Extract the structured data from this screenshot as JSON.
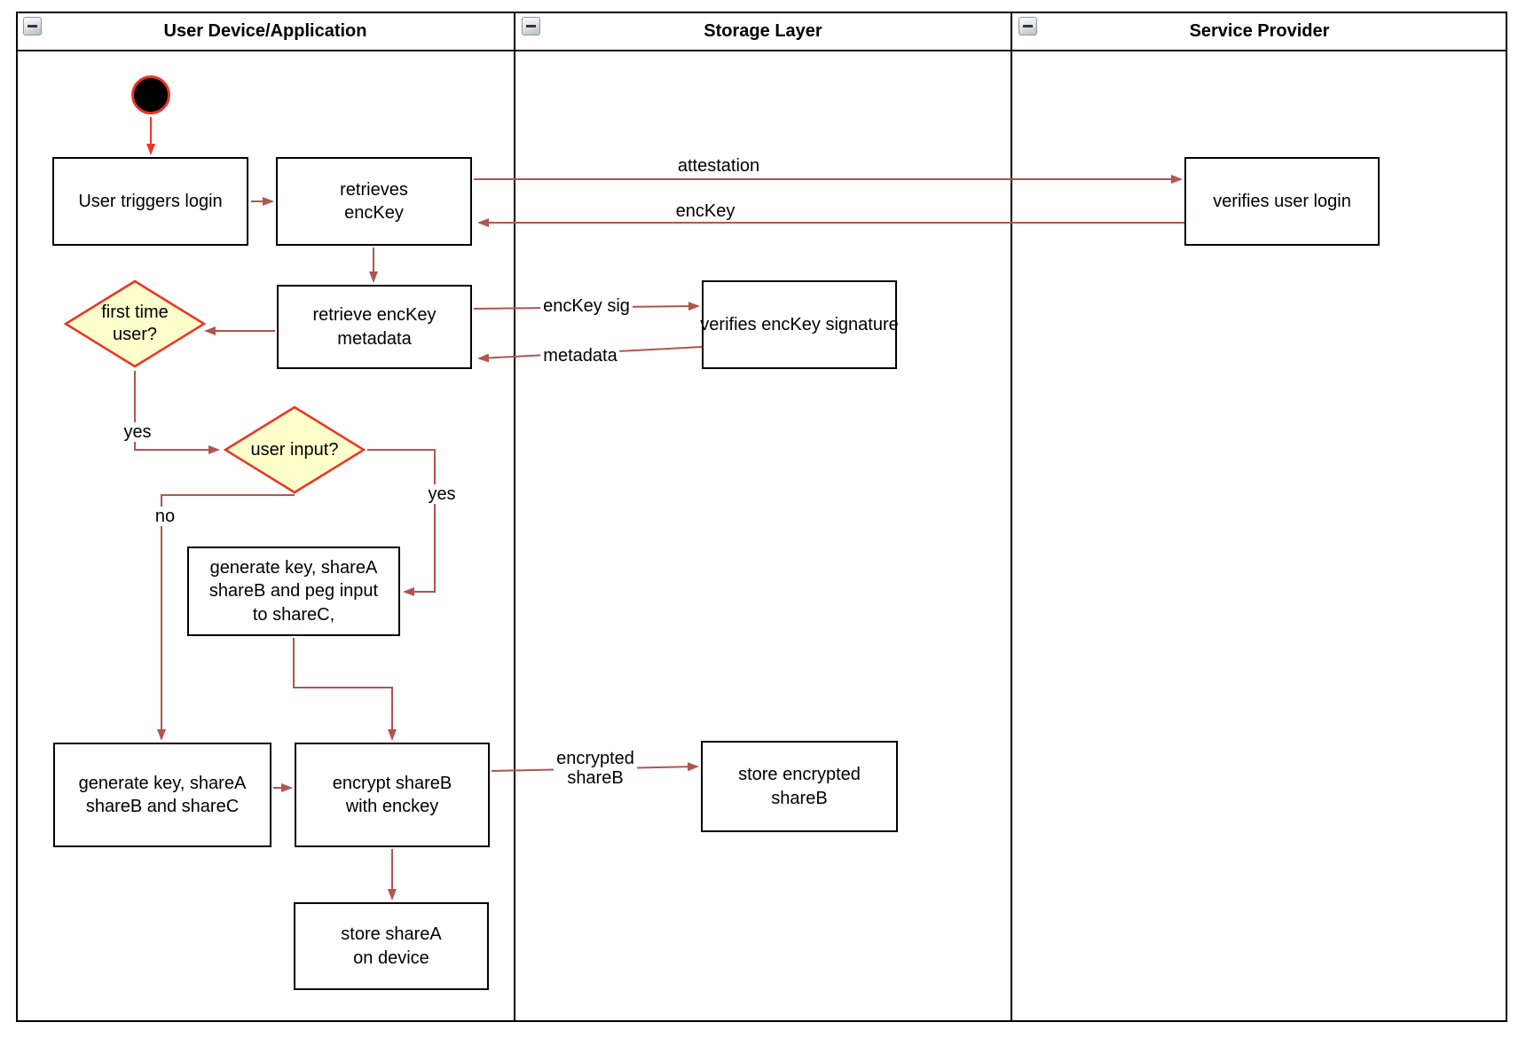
{
  "diagram": {
    "type": "swimlane-activity-flowchart",
    "lanes": [
      {
        "title": "User Device/Application"
      },
      {
        "title": "Storage Layer"
      },
      {
        "title": "Service Provider"
      }
    ],
    "nodes": {
      "start": {
        "shape": "initial-state-circle"
      },
      "user_triggers_login": {
        "label": "User triggers login"
      },
      "retrieves_enckey": {
        "label": "retrieves\nencKey"
      },
      "retrieve_enckey_metadata": {
        "label": "retrieve encKey\nmetadata"
      },
      "first_time_user": {
        "label": "first time\nuser?",
        "shape": "decision-diamond"
      },
      "user_input": {
        "label": "user input?",
        "shape": "decision-diamond"
      },
      "generate_key_peg_input": {
        "label": "generate key, shareA\nshareB and peg input\nto shareC,"
      },
      "generate_key_sharec": {
        "label": "generate key, shareA\nshareB and shareC"
      },
      "encrypt_shareb": {
        "label": "encrypt shareB\nwith enckey"
      },
      "store_sharea": {
        "label": "store shareA\non device"
      },
      "verifies_enckey_signature": {
        "label": "verifies encKey signature"
      },
      "store_encrypted_shareb": {
        "label": "store encrypted\nshareB"
      },
      "verifies_user_login": {
        "label": "verifies user login"
      }
    },
    "edge_labels": {
      "attestation": "attestation",
      "enckey": "encKey",
      "enckey_sig": "encKey sig",
      "metadata": "metadata",
      "yes_first_time": "yes",
      "no_user_input": "no",
      "yes_user_input": "yes",
      "encrypted_shareb": "encrypted\nshareB"
    },
    "colors": {
      "arrow_brown_red": "#b05550",
      "highlight_red": "#ee3424",
      "diamond_fill": "#ffffcc",
      "node_border": "#000000",
      "node_fill": "#ffffff"
    }
  }
}
